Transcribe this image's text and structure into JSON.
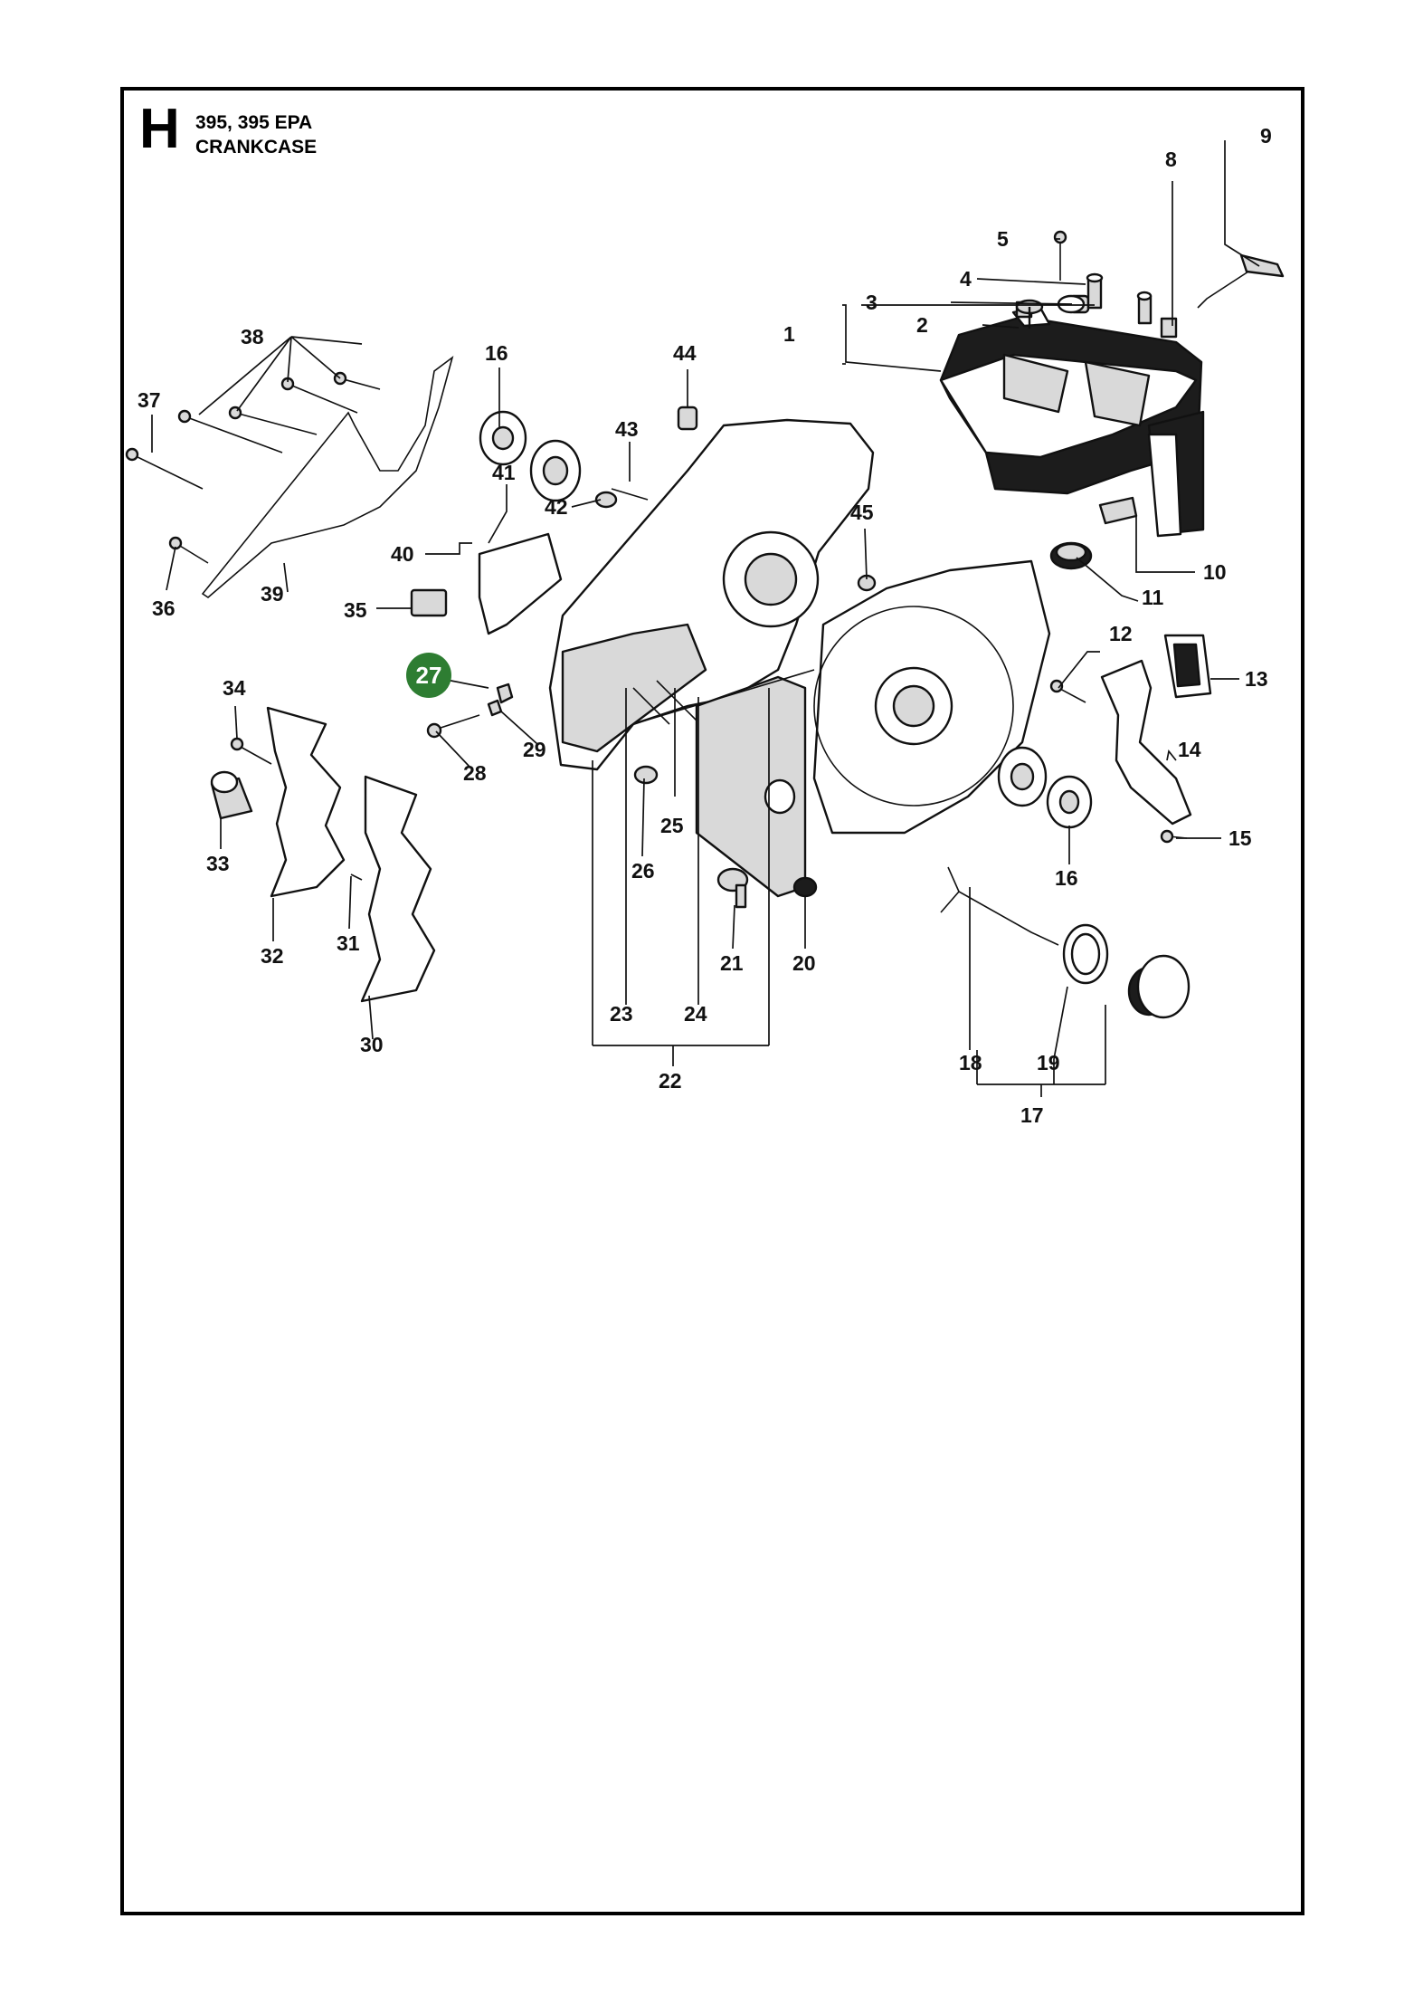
{
  "header": {
    "section_letter": "H",
    "model": "395, 395 EPA",
    "title": "CRANKCASE"
  },
  "highlight": {
    "label": "27",
    "color": "#2e7d32"
  },
  "callouts": [
    "1",
    "2",
    "3",
    "4",
    "5",
    "8",
    "9",
    "10",
    "11",
    "12",
    "13",
    "14",
    "15",
    "16",
    "16",
    "17",
    "18",
    "19",
    "20",
    "21",
    "22",
    "23",
    "24",
    "25",
    "26",
    "28",
    "29",
    "30",
    "31",
    "32",
    "33",
    "34",
    "35",
    "36",
    "37",
    "38",
    "39",
    "40",
    "41",
    "42",
    "43",
    "44",
    "45"
  ]
}
